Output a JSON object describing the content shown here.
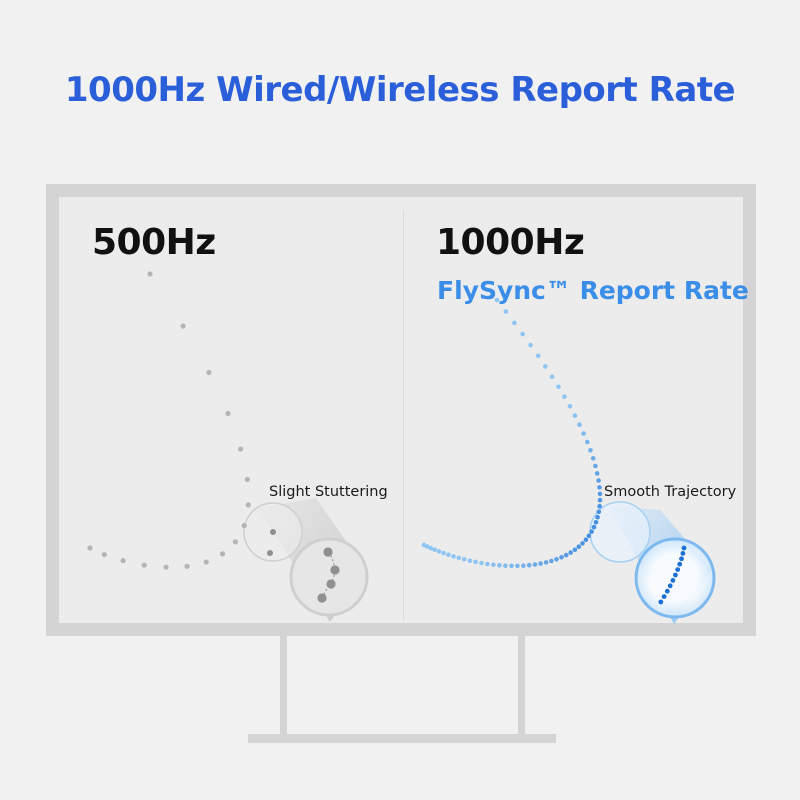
{
  "headline": "1000Hz Wired/Wireless Report Rate",
  "left_panel": {
    "title": "500Hz",
    "callout": "Slight Stuttering"
  },
  "right_panel": {
    "title": "1000Hz",
    "subtitle": "FlySync™ Report Rate",
    "callout": "Smooth Trajectory"
  },
  "colors": {
    "headline": "#2b5fd9",
    "title": "#111111",
    "subtitle": "#3b8ee8",
    "callout": "#1a1a1a",
    "gray_dot": "#b5b5b5",
    "gray_dot_magnified": "#909090",
    "blue_dot_light": "#8fc5f2",
    "blue_dot_dark": "#1c6fd6",
    "frame": "#d4d4d4"
  }
}
